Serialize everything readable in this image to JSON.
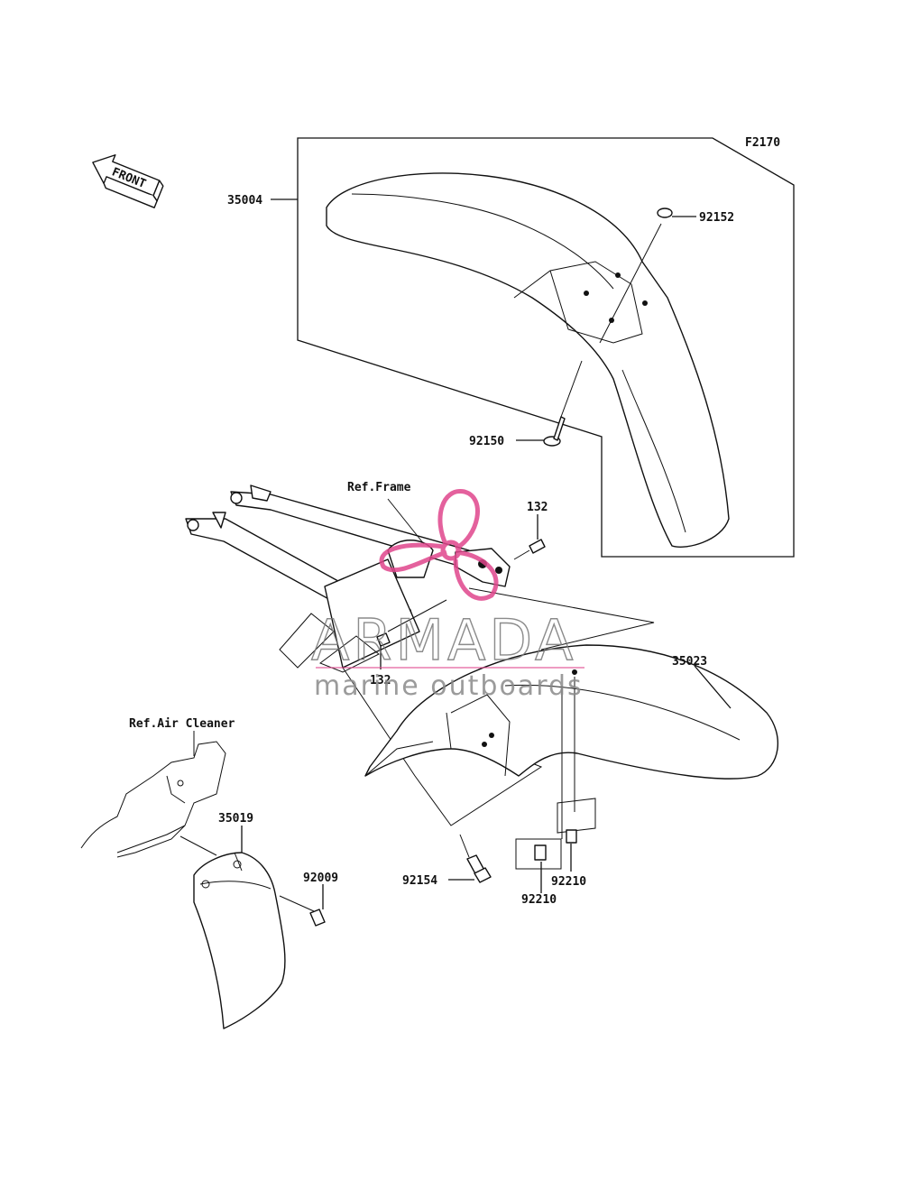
{
  "diagram_code": "F2170",
  "front_arrow": "FRONT",
  "refs": {
    "frame": "Ref.Frame",
    "air_cleaner": "Ref.Air Cleaner"
  },
  "parts": {
    "front_fender": "35004",
    "washer": "92152",
    "front_bolt": "92150",
    "bolt_upper": "132",
    "bolt_lower": "132",
    "rear_fender": "35023",
    "rear_flap": "35019",
    "flap_screw": "92009",
    "rear_bolt": "92154",
    "clip_left": "92210",
    "clip_right": "92210"
  },
  "watermark": {
    "brand": "ARMADA",
    "tagline": "marine outboards",
    "accent_color": "#e0468c"
  }
}
